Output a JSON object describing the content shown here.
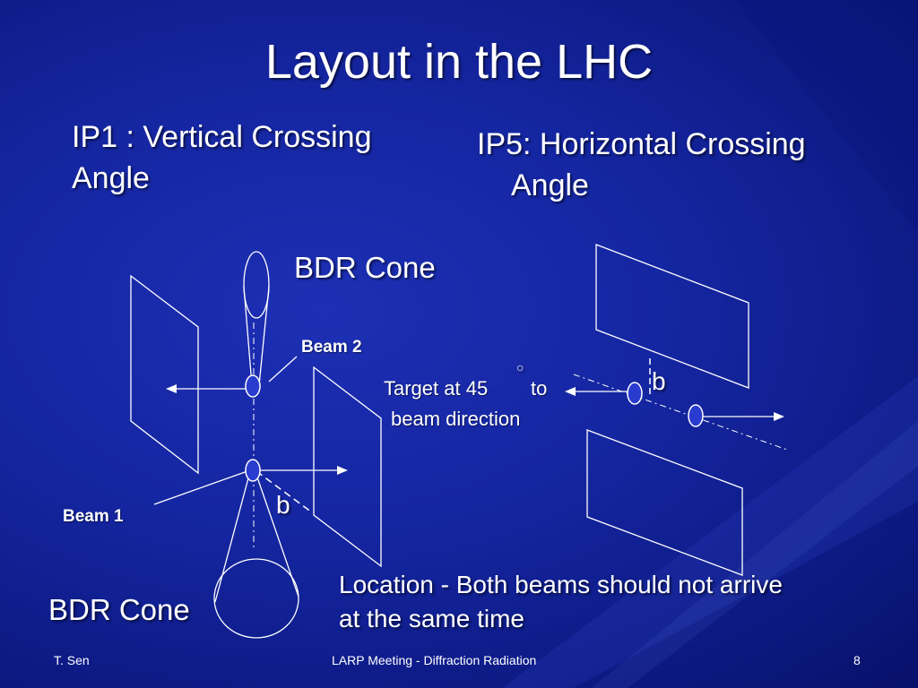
{
  "slide": {
    "title": "Layout in the LHC",
    "ip1_heading": [
      "IP1 : Vertical Crossing",
      "Angle"
    ],
    "ip5_heading": [
      "IP5: Horizontal Crossing",
      "Angle"
    ],
    "labels": {
      "bdr_cone_top": "BDR Cone",
      "bdr_cone_bottom": "BDR Cone",
      "beam2": "Beam 2",
      "beam1": "Beam 1",
      "b_left": "b",
      "b_right": "b",
      "target_line1": "Target at 45",
      "target_degree": "○",
      "target_to": "to",
      "target_line2": "beam direction"
    },
    "note": [
      "Location - Both beams should not arrive",
      "at the same time"
    ],
    "footer": {
      "author": "T. Sen",
      "meeting": "LARP Meeting -  Diffraction Radiation",
      "page": "8"
    }
  },
  "colors": {
    "background": "#1526a2",
    "text": "#ffffff",
    "beam_ellipse": "#2a3cd0"
  }
}
